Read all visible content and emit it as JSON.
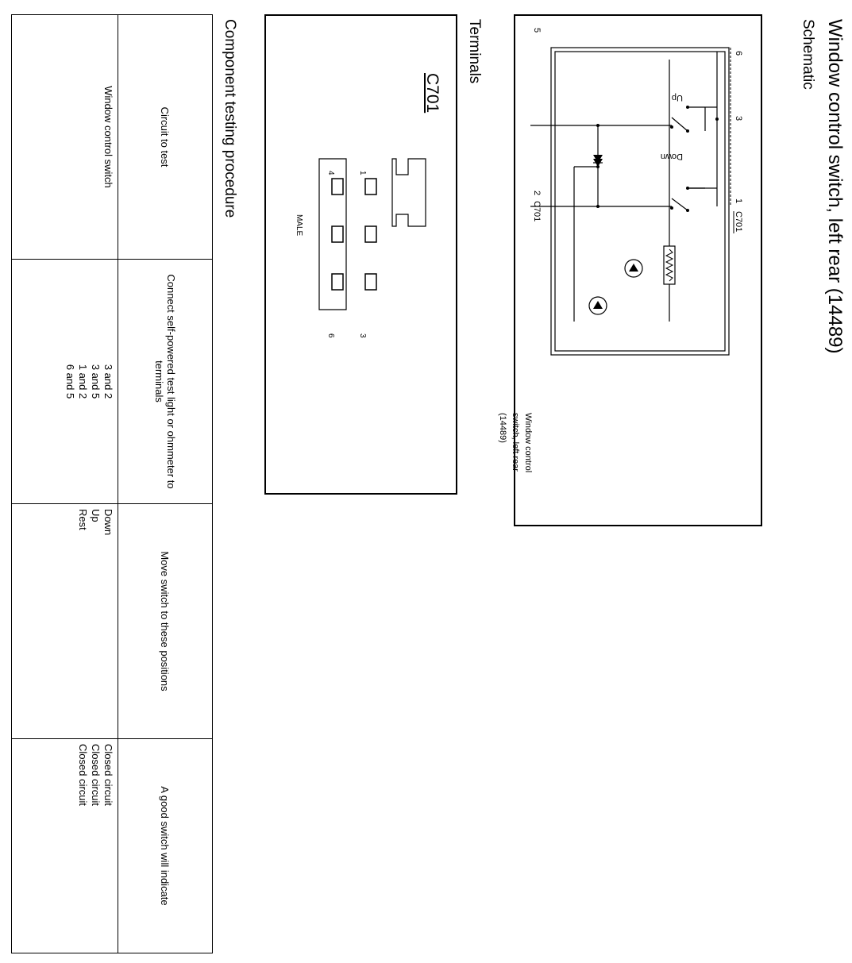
{
  "title": "Window control switch,  left rear (14489)",
  "sections": {
    "schematic": "Schematic",
    "terminals": "Terminals",
    "procedure": "Component testing procedure"
  },
  "schematic": {
    "switch_up": "Up",
    "switch_down": "Down",
    "connector_label": "C701",
    "pins": {
      "p6": "6",
      "p3": "3",
      "p1": "1",
      "p5": "5",
      "p2": "2"
    },
    "component_label": [
      "Window  control",
      "switch, left rear",
      "(14489)"
    ]
  },
  "terminals": {
    "connector_name": "C701",
    "gender": "MALE",
    "pins": {
      "p1": "1",
      "p3": "3",
      "p4": "4",
      "p6": "6"
    }
  },
  "procedure": {
    "headers": [
      "Circuit to test",
      "Connect self-powered  test light or ohmmeter to terminals",
      "Move switch to these positions",
      "A good switch will indicate"
    ],
    "circuit": "Window control switch",
    "rows": [
      {
        "terminals": [
          "3 and 2"
        ],
        "position": "Down",
        "result": "Closed circuit"
      },
      {
        "terminals": [
          "3 and 5"
        ],
        "position": "Up",
        "result": "Closed circuit"
      },
      {
        "terminals": [
          "1 and 2",
          "6 and 5"
        ],
        "position": "Rest",
        "result": "Closed circuit"
      }
    ]
  }
}
